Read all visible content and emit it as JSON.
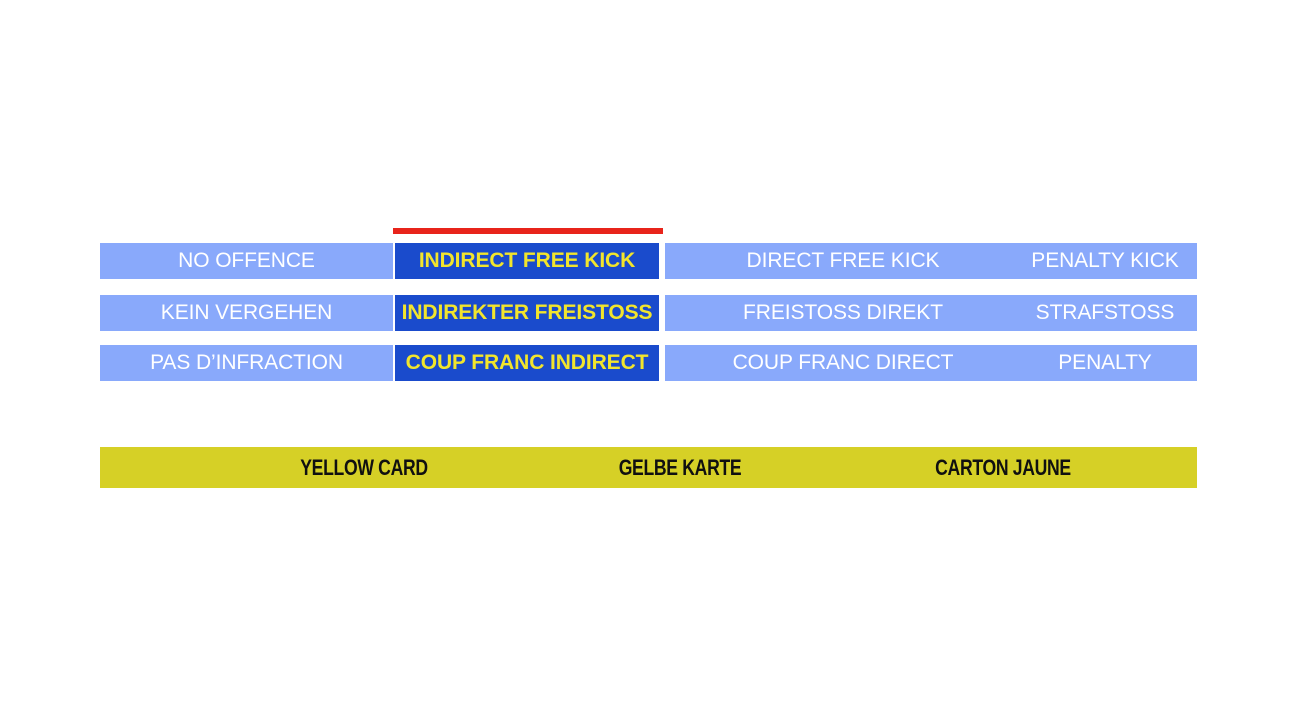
{
  "colors": {
    "panel_light_blue": "#89A9FB",
    "panel_highlight_blue": "#1A4BCC",
    "highlight_text_yellow": "#F2E52C",
    "marker_red": "#E8241B",
    "yellow_card": "#D6D026",
    "panel_text_white": "#FFFFFF",
    "yellow_card_text": "#101010",
    "page_background": "#FFFFFF"
  },
  "decision_matrix": {
    "marker": "red-underline-marker",
    "rows": [
      {
        "language": "english",
        "no_offence": "NO OFFENCE",
        "indirect_free_kick": "INDIRECT FREE KICK",
        "direct_free_kick": "DIRECT FREE KICK",
        "penalty_kick": "PENALTY KICK"
      },
      {
        "language": "german",
        "no_offence": "KEIN VERGEHEN",
        "indirect_free_kick": "INDIREKTER FREISTOSS",
        "direct_free_kick": "FREISTOSS DIREKT",
        "penalty_kick": "STRAFSTOSS"
      },
      {
        "language": "french",
        "no_offence": "PAS D’INFRACTION",
        "indirect_free_kick": "COUP FRANC INDIRECT",
        "direct_free_kick": "COUP FRANC DIRECT",
        "penalty_kick": "PENALTY"
      }
    ]
  },
  "yellow_card_banner": {
    "english": "YELLOW CARD",
    "german": "GELBE KARTE",
    "french": "CARTON JAUNE"
  }
}
